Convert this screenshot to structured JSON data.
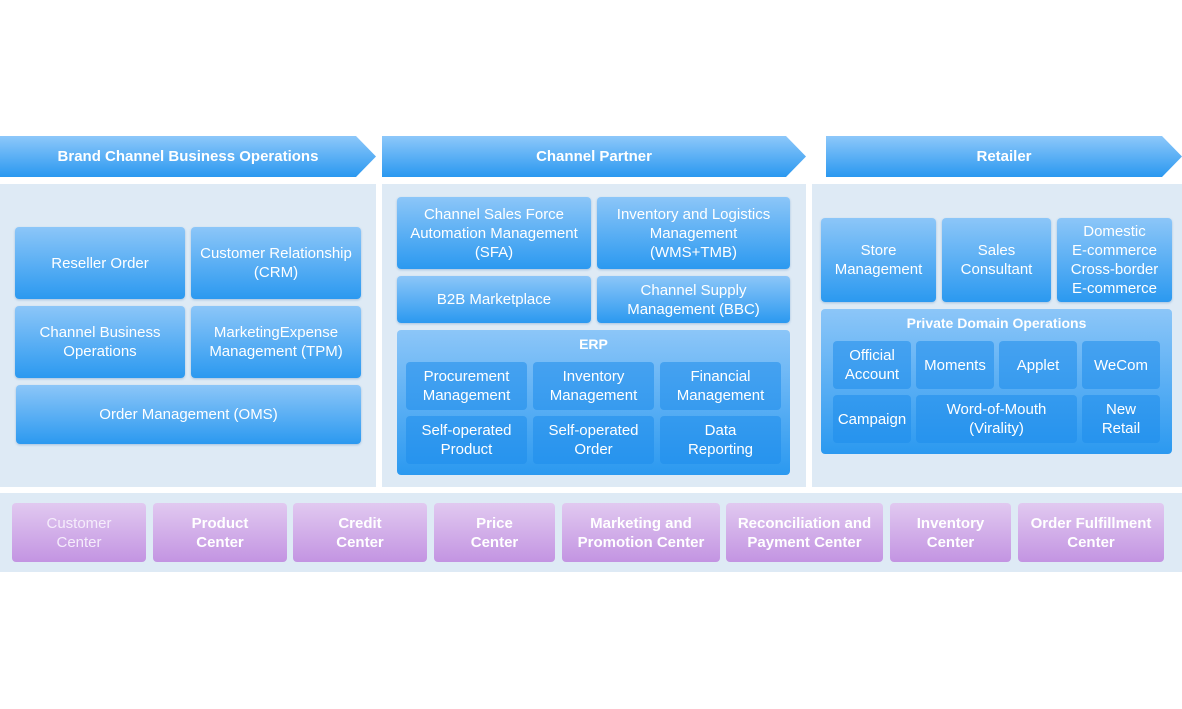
{
  "headers": {
    "brand": "Brand Channel Business Operations",
    "partner": "Channel Partner",
    "retailer": "Retailer"
  },
  "brand": {
    "reseller_order": "Reseller Order",
    "crm": "Customer Relationship\n(CRM)",
    "channel_ops": "Channel Business\nOperations",
    "tpm": "MarketingExpense\nManagement (TPM)",
    "oms": "Order Management (OMS)"
  },
  "partner": {
    "sfa": "Channel Sales Force\nAutomation Management\n(SFA)",
    "wms": "Inventory and Logistics\nManagement\n(WMS+TMB)",
    "b2b": "B2B Marketplace",
    "bbc": "Channel Supply\nManagement (BBC)",
    "erp": {
      "title": "ERP",
      "items": [
        "Procurement\nManagement",
        "Inventory\nManagement",
        "Financial\nManagement",
        "Self-operated\nProduct",
        "Self-operated\nOrder",
        "Data\nReporting"
      ]
    }
  },
  "retailer": {
    "store": "Store\nManagement",
    "sales": "Sales\nConsultant",
    "ecommerce": "Domestic\nE-commerce\nCross-border\nE-commerce",
    "private": {
      "title": "Private Domain Operations",
      "official": "Official\nAccount",
      "moments": "Moments",
      "applet": "Applet",
      "wecom": "WeCom",
      "campaign": "Campaign",
      "wom": "Word-of-Mouth\n(Virality)",
      "newretail": "New\nRetail"
    }
  },
  "centers": [
    "Customer\nCenter",
    "Product\nCenter",
    "Credit\nCenter",
    "Price\nCenter",
    "Marketing and\nPromotion Center",
    "Reconciliation and\nPayment Center",
    "Inventory\nCenter",
    "Order Fulfillment\nCenter"
  ]
}
